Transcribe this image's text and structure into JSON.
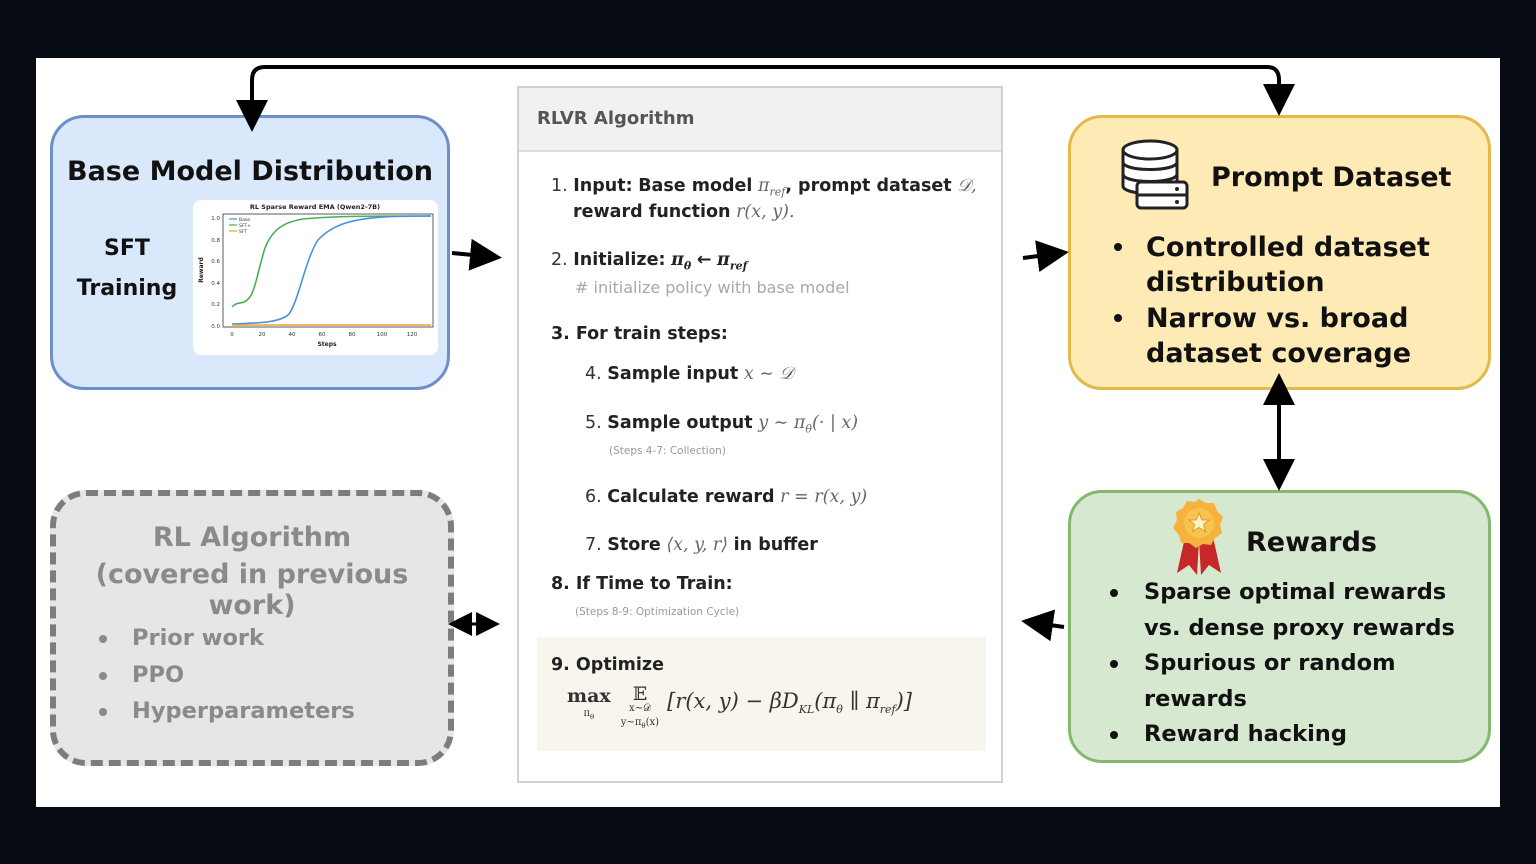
{
  "base_model": {
    "title": "Base Model Distribution",
    "sft_line1": "SFT",
    "sft_line2": "Training",
    "mini_chart": {
      "title": "RL Sparse Reward EMA (Qwen2-7B)",
      "legend": [
        "Base",
        "SFT+",
        "SFT"
      ],
      "ylabel": "Reward",
      "xlabel": "Steps"
    }
  },
  "algorithm": {
    "header": "RLVR Algorithm",
    "step1_num": "1.",
    "step1_label": "Input:",
    "step1_text": "Base model",
    "step1_math1": "π",
    "step1_sub1": "ref",
    "step1_text2": ", prompt dataset",
    "step1_math2": "𝒟,",
    "step1_line2": "reward function",
    "step1_math3": "r(x, y).",
    "step2_num": "2.",
    "step2_label": "Initialize:",
    "step2_math": "π",
    "step2_sub": "θ",
    "step2_arrow": "←",
    "step2_math2": "π",
    "step2_sub2": "ref",
    "step2_comment": "# initialize policy with base model",
    "step3": "3.  For train steps:",
    "step4_num": "4.",
    "step4_label": "Sample input",
    "step4_math": "x ∼ 𝒟",
    "step5_num": "5.",
    "step5_label": "Sample output",
    "step5_math": "y ∼ π",
    "step5_sub": "θ",
    "step5_math2": "(· | x)",
    "collection_note": "(Steps 4-7: Collection)",
    "step6_num": "6.",
    "step6_label": "Calculate reward",
    "step6_math": "r = r(x, y)",
    "step7_num": "7.",
    "step7_label": "Store",
    "step7_math": "⟨x, y, r⟩",
    "step7_label2": "in buffer",
    "step8": "8.  If Time to Train:",
    "optimization_note": "(Steps 8-9: Optimization Cycle)",
    "step9": "9.  Optimize",
    "formula_max": "max",
    "formula_max_sub": "π",
    "formula_max_subsub": "θ",
    "formula_E": "𝔼",
    "formula_E_sub1": "x∼𝒟",
    "formula_E_sub2": "y∼π",
    "formula_E_sub2b": "θ",
    "formula_E_sub2c": "(x)",
    "formula_body": "[r(x, y) − βD",
    "formula_kl": "KL",
    "formula_tail": "(π",
    "formula_tail_sub": "θ",
    "formula_tail2": " ∥ π",
    "formula_tail_sub2": "ref",
    "formula_end": ")]"
  },
  "prompt_dataset": {
    "title": "Prompt Dataset",
    "icon": "database-icon",
    "bullets": [
      "Controlled dataset distribution",
      "Narrow vs. broad dataset coverage"
    ]
  },
  "rewards": {
    "title": "Rewards",
    "icon": "award-ribbon-icon",
    "bullets": [
      "Sparse optimal rewards vs. dense proxy rewards",
      "Spurious or random rewards",
      "Reward hacking"
    ]
  },
  "rl_algorithm": {
    "title_line1": "RL Algorithm",
    "title_line2": "(covered in previous work)",
    "bullets": [
      "Prior work",
      "PPO",
      "Hyperparameters"
    ]
  },
  "colors": {
    "base_fill": "#dae8fb",
    "prompt_fill": "#fdeab5",
    "rewards_fill": "#d6e9d0",
    "rl_fill": "#e6e6e6"
  }
}
